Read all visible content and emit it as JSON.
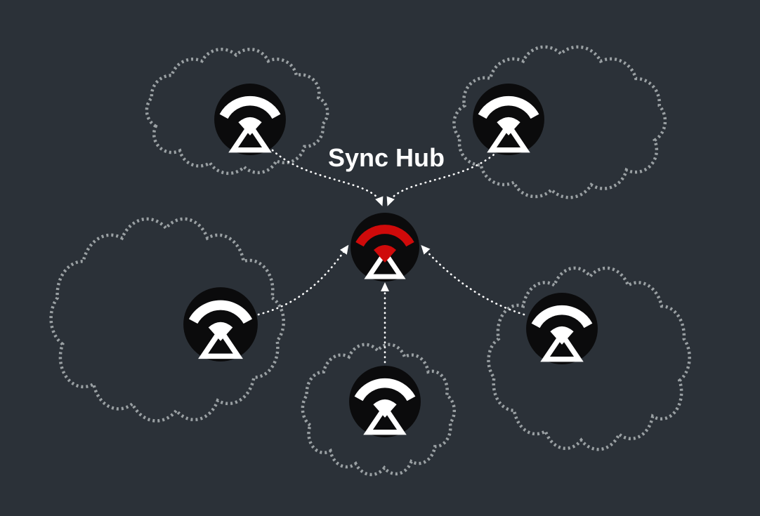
{
  "diagram": {
    "type": "hub-and-spoke",
    "title": "Sync Hub",
    "hub": {
      "id": "sync-hub",
      "icon": "sync-logo-red-icon"
    },
    "clients": [
      {
        "id": "client-top-left",
        "icon": "sync-logo-icon"
      },
      {
        "id": "client-top-right",
        "icon": "sync-logo-icon"
      },
      {
        "id": "client-mid-left",
        "icon": "sync-logo-icon"
      },
      {
        "id": "client-bottom-center",
        "icon": "sync-logo-icon"
      },
      {
        "id": "client-right",
        "icon": "sync-logo-icon"
      }
    ],
    "edges": [
      {
        "from": "client-top-left",
        "to": "sync-hub",
        "style": "dotted-arrow"
      },
      {
        "from": "client-top-right",
        "to": "sync-hub",
        "style": "dotted-arrow"
      },
      {
        "from": "client-mid-left",
        "to": "sync-hub",
        "style": "dotted-arrow"
      },
      {
        "from": "client-bottom-center",
        "to": "sync-hub",
        "style": "dotted-arrow"
      },
      {
        "from": "client-right",
        "to": "sync-hub",
        "style": "dotted-arrow"
      }
    ]
  },
  "colors": {
    "background": "#2b3138",
    "cloud_dot": "#9aa0a3",
    "arrow": "#ffffff",
    "icon_bg": "#0b0b0c",
    "icon_mark": "#ffffff",
    "hub_accent": "#cf0a0a",
    "title_text": "#ffffff"
  }
}
